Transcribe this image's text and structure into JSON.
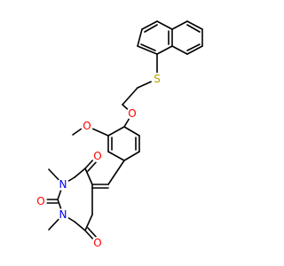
{
  "molecule": {
    "colors": {
      "bond": "#000000",
      "oxygen": "#ff0000",
      "nitrogen": "#0000ff",
      "sulfur": "#b8a000",
      "background": "#ffffff"
    },
    "atoms": [
      {
        "id": "s1",
        "label": "S"
      },
      {
        "id": "o_ether",
        "label": "O"
      },
      {
        "id": "o_methoxy",
        "label": "O"
      },
      {
        "id": "o_c4",
        "label": "O"
      },
      {
        "id": "o_c6",
        "label": "O"
      },
      {
        "id": "o_c2",
        "label": "O"
      },
      {
        "id": "n1",
        "label": "N"
      },
      {
        "id": "n3",
        "label": "N"
      }
    ]
  }
}
